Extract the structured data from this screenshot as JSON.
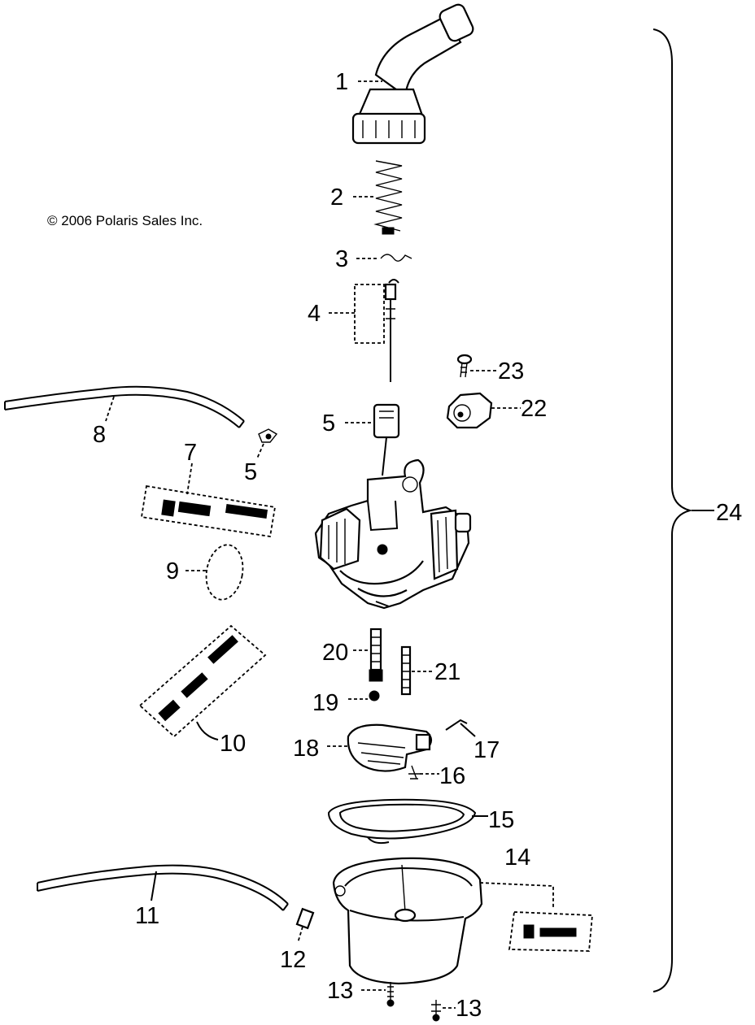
{
  "copyright": "© 2006 Polaris Sales Inc.",
  "callouts": {
    "c1": "1",
    "c2": "2",
    "c3": "3",
    "c4": "4",
    "c5": "5",
    "c5b": "5",
    "c7": "7",
    "c8": "8",
    "c9": "9",
    "c10": "10",
    "c11": "11",
    "c12": "12",
    "c13": "13",
    "c13b": "13",
    "c14": "14",
    "c15": "15",
    "c16": "16",
    "c17": "17",
    "c18": "18",
    "c19": "19",
    "c20": "20",
    "c21": "21",
    "c22": "22",
    "c23": "23",
    "c24": "24"
  }
}
